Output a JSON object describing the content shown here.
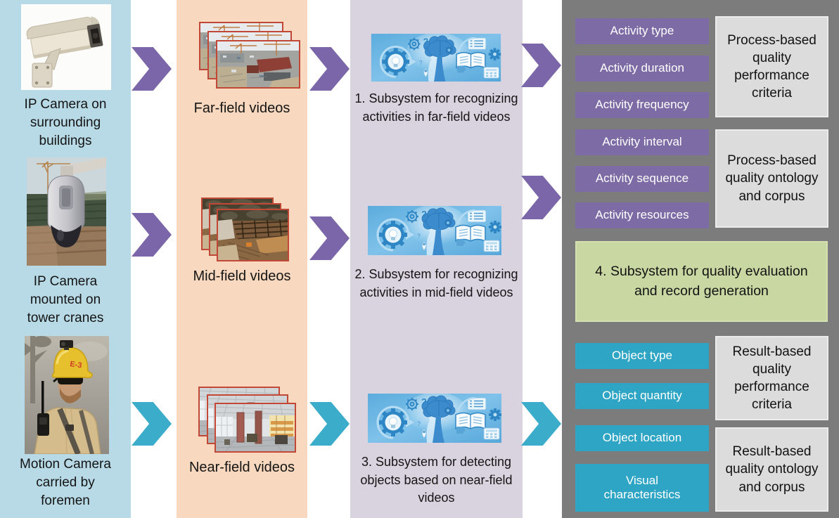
{
  "cameras": {
    "items": [
      {
        "label": "IP Camera on surrounding buildings"
      },
      {
        "label": "IP Camera mounted on tower cranes"
      },
      {
        "label": "Motion Camera carried by foremen"
      }
    ]
  },
  "videos": {
    "items": [
      {
        "label": "Far-field videos"
      },
      {
        "label": "Mid-field videos"
      },
      {
        "label": "Near-field videos"
      }
    ]
  },
  "subsystems": {
    "items": [
      {
        "label": "1. Subsystem for recognizing activities in far-field videos"
      },
      {
        "label": "2. Subsystem for recognizing activities in mid-field videos"
      },
      {
        "label": "3. Subsystem for detecting objects based on near-field videos"
      }
    ]
  },
  "quality": {
    "activity_badges": [
      "Activity type",
      "Activity duration",
      "Activity frequency",
      "Activity interval",
      "Activity sequence",
      "Activity resources"
    ],
    "process_boxes": [
      "Process-based quality performance criteria",
      "Process-based quality ontology and corpus"
    ],
    "evaluation_label": "4. Subsystem for quality evaluation and record generation",
    "object_badges": [
      "Object type",
      "Object quantity",
      "Object location",
      "Visual characteristics"
    ],
    "result_boxes": [
      "Result-based quality performance criteria",
      "Result-based quality ontology and corpus"
    ]
  },
  "icons": {
    "flow_arrow": "chevron-right",
    "camera_1": "cctv-box-camera",
    "camera_2": "ptz-dome-camera",
    "camera_3": "helmet-camera-foreman",
    "video_stack": "stacked-video-frames",
    "subsystem_graphic": "gears-brain-book-ai"
  },
  "colors": {
    "col_cameras_bg": "#b8dae6",
    "col_videos_bg": "#f8d9bf",
    "col_subsystems_bg": "#d9d2df",
    "col_outputs_bg": "#7c7c7c",
    "purple_badge": "#7d6ba5",
    "purple_arrow": "#7b66a9",
    "teal_badge": "#2fa5c5",
    "teal_arrow": "#3badcb",
    "green_box": "#c9d8a2",
    "criteria_box": "#dcdcdc",
    "video_frame_border": "#c14836"
  }
}
